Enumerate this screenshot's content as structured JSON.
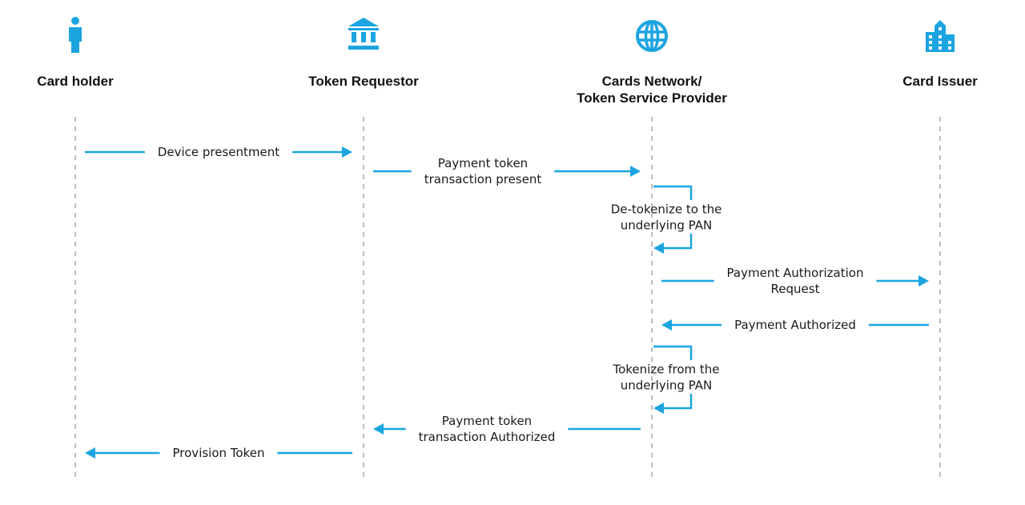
{
  "accent_color": "#1ba4e0",
  "lifeline_color": "#bdbdbd",
  "actors": [
    {
      "id": "cardholder",
      "icon": "person-icon",
      "label_lines": [
        "Card holder"
      ]
    },
    {
      "id": "requestor",
      "icon": "bank-icon",
      "label_lines": [
        "Token Requestor"
      ]
    },
    {
      "id": "network",
      "icon": "globe-icon",
      "label_lines": [
        "Cards Network/",
        "Token Service Provider"
      ]
    },
    {
      "id": "issuer",
      "icon": "building-icon",
      "label_lines": [
        "Card Issuer"
      ]
    }
  ],
  "messages": [
    {
      "from": "cardholder",
      "to": "requestor",
      "type": "call",
      "label_lines": [
        "Device presentment"
      ]
    },
    {
      "from": "requestor",
      "to": "network",
      "type": "call",
      "label_lines": [
        "Payment token",
        "transaction present"
      ]
    },
    {
      "from": "network",
      "to": "network",
      "type": "self",
      "label_lines": [
        "De-tokenize to the",
        "underlying PAN"
      ]
    },
    {
      "from": "network",
      "to": "issuer",
      "type": "call",
      "label_lines": [
        "Payment Authorization",
        "Request"
      ]
    },
    {
      "from": "issuer",
      "to": "network",
      "type": "return",
      "label_lines": [
        "Payment Authorized"
      ]
    },
    {
      "from": "network",
      "to": "network",
      "type": "self",
      "label_lines": [
        "Tokenize from the",
        "underlying PAN"
      ]
    },
    {
      "from": "network",
      "to": "requestor",
      "type": "return",
      "label_lines": [
        "Payment token",
        "transaction Authorized"
      ]
    },
    {
      "from": "requestor",
      "to": "cardholder",
      "type": "return",
      "label_lines": [
        "Provision Token"
      ]
    }
  ]
}
